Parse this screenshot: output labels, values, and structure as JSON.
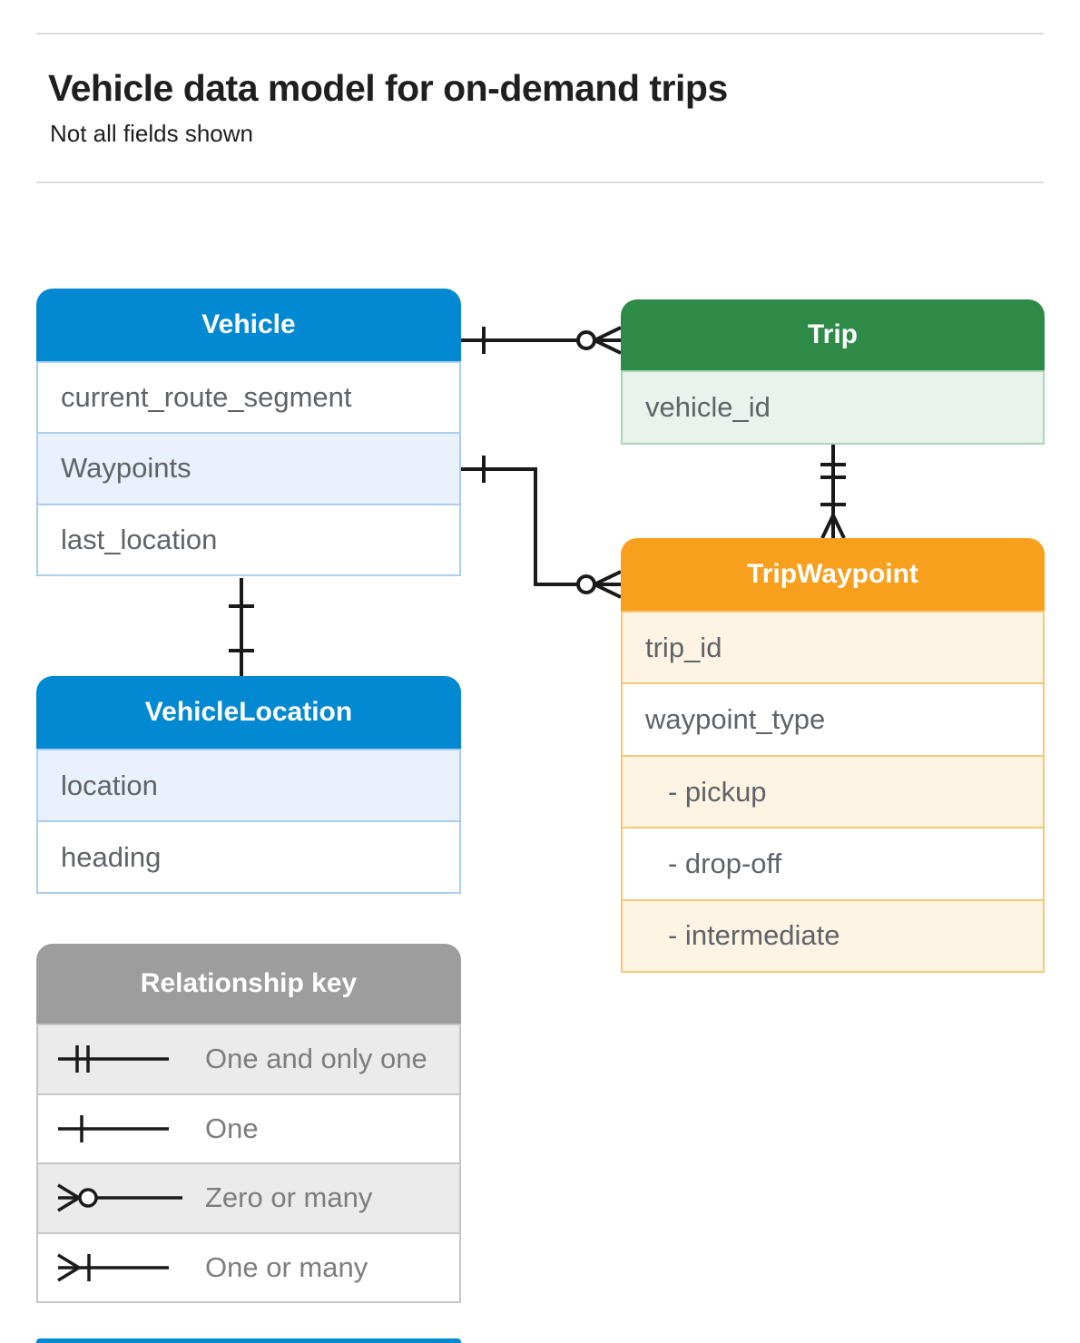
{
  "page": {
    "title": "Vehicle data model for on-demand trips",
    "subtitle": "Not all fields shown"
  },
  "entities": {
    "vehicle": {
      "title": "Vehicle",
      "fields": [
        "current_route_segment",
        "Waypoints",
        "last_location"
      ]
    },
    "trip": {
      "title": "Trip",
      "fields": [
        "vehicle_id"
      ]
    },
    "tripWaypoint": {
      "title": "TripWaypoint",
      "fields": [
        "trip_id",
        "waypoint_type",
        "- pickup",
        "- drop-off",
        "- intermediate"
      ]
    },
    "vehicleLocation": {
      "title": "VehicleLocation",
      "fields": [
        "location",
        "heading"
      ]
    }
  },
  "legend": {
    "title": "Relationship key",
    "items": [
      {
        "symbol": "one-and-only-one",
        "label": "One and only one"
      },
      {
        "symbol": "one",
        "label": "One"
      },
      {
        "symbol": "zero-or-many",
        "label": "Zero or many"
      },
      {
        "symbol": "one-or-many",
        "label": "One or many"
      }
    ]
  },
  "relationships": [
    {
      "from": "Vehicle",
      "to": "Trip",
      "from_cardinality": "one",
      "to_cardinality": "zero-or-many"
    },
    {
      "from": "Vehicle.Waypoints",
      "to": "TripWaypoint",
      "from_cardinality": "one",
      "to_cardinality": "zero-or-many"
    },
    {
      "from": "Trip",
      "to": "TripWaypoint",
      "from_cardinality": "one-and-only-one",
      "to_cardinality": "one-or-many"
    },
    {
      "from": "Vehicle",
      "to": "VehicleLocation",
      "from_cardinality": "one",
      "to_cardinality": "one"
    }
  ],
  "colors": {
    "blue_header": "#0289D1",
    "blue_row": "#E9F1FC",
    "blue_border": "#A9CEF0",
    "green_header": "#2E8A47",
    "green_row": "#E9F3EC",
    "green_border": "#A9D6B4",
    "orange_header": "#F8A01D",
    "orange_row": "#FEF4E3",
    "orange_border": "#F7C776",
    "gray_header": "#9D9D9D",
    "gray_row": "#EBEBEB",
    "gray_border": "#C6C6C6",
    "divider": "#DADCE0",
    "connector": "#1A1A1A",
    "field_text": "#5F6368",
    "legend_text": "#7D7D7D",
    "title_text": "#1F1F1F"
  }
}
